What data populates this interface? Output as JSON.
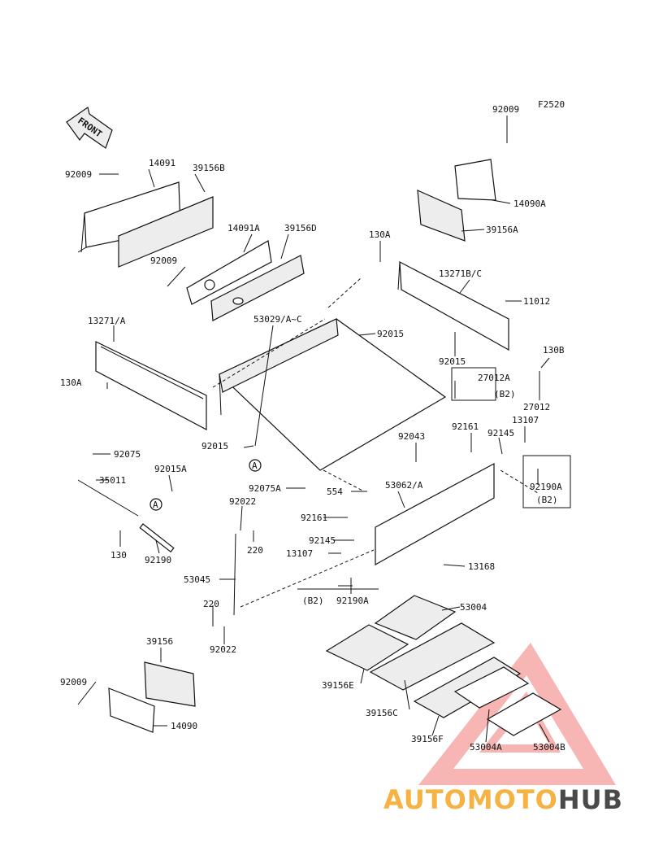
{
  "figure_code": "F2520",
  "front_label": "FRONT",
  "parts": [
    {
      "id": "p01",
      "label": "92009"
    },
    {
      "id": "p02",
      "label": "14091"
    },
    {
      "id": "p03",
      "label": "39156B"
    },
    {
      "id": "p04",
      "label": "14091A"
    },
    {
      "id": "p05",
      "label": "39156D"
    },
    {
      "id": "p06",
      "label": "92009"
    },
    {
      "id": "p07",
      "label": "92009"
    },
    {
      "id": "p08",
      "label": "14090A"
    },
    {
      "id": "p09",
      "label": "39156A"
    },
    {
      "id": "p10",
      "label": "130A"
    },
    {
      "id": "p11",
      "label": "13271B/C"
    },
    {
      "id": "p12",
      "label": "11012"
    },
    {
      "id": "p13",
      "label": "13271/A"
    },
    {
      "id": "p14",
      "label": "53029/A~C"
    },
    {
      "id": "p15",
      "label": "92015"
    },
    {
      "id": "p16",
      "label": "92015"
    },
    {
      "id": "p17",
      "label": "130B"
    },
    {
      "id": "p18",
      "label": "27012A"
    },
    {
      "id": "p19",
      "label": "(B2)"
    },
    {
      "id": "p20",
      "label": "27012"
    },
    {
      "id": "p21",
      "label": "130A"
    },
    {
      "id": "p22",
      "label": "92015"
    },
    {
      "id": "p23",
      "label": "92161"
    },
    {
      "id": "p24",
      "label": "13107"
    },
    {
      "id": "p25",
      "label": "92145"
    },
    {
      "id": "p26",
      "label": "92043"
    },
    {
      "id": "p27",
      "label": "92075"
    },
    {
      "id": "p28",
      "label": "92015A"
    },
    {
      "id": "p29",
      "label": "35011"
    },
    {
      "id": "p30",
      "label": "92075A"
    },
    {
      "id": "p31",
      "label": "554"
    },
    {
      "id": "p32",
      "label": "53062/A"
    },
    {
      "id": "p33",
      "label": "92190A"
    },
    {
      "id": "p34",
      "label": "(B2)"
    },
    {
      "id": "p35",
      "label": "92022"
    },
    {
      "id": "p36",
      "label": "92161"
    },
    {
      "id": "p37",
      "label": "220"
    },
    {
      "id": "p38",
      "label": "92145"
    },
    {
      "id": "p39",
      "label": "13107"
    },
    {
      "id": "p40",
      "label": "13168"
    },
    {
      "id": "p41",
      "label": "130"
    },
    {
      "id": "p42",
      "label": "92190"
    },
    {
      "id": "p43",
      "label": "53045"
    },
    {
      "id": "p44",
      "label": "(B2)"
    },
    {
      "id": "p45",
      "label": "92190A"
    },
    {
      "id": "p46",
      "label": "53004"
    },
    {
      "id": "p47",
      "label": "220"
    },
    {
      "id": "p48",
      "label": "92022"
    },
    {
      "id": "p49",
      "label": "39156"
    },
    {
      "id": "p50",
      "label": "39156E"
    },
    {
      "id": "p51",
      "label": "39156C"
    },
    {
      "id": "p52",
      "label": "92009"
    },
    {
      "id": "p53",
      "label": "14090"
    },
    {
      "id": "p54",
      "label": "39156F"
    },
    {
      "id": "p55",
      "label": "53004A"
    },
    {
      "id": "p56",
      "label": "53004B"
    }
  ],
  "reference_markers": [
    {
      "id": "m1",
      "label": "A"
    },
    {
      "id": "m2",
      "label": "A"
    }
  ],
  "watermark": {
    "text_part1": "AUTOMOTO",
    "text_part2": "HUB",
    "color_primary": "#f5a623",
    "color_accent": "#e8413a",
    "color_dark": "#2b2b2b"
  }
}
